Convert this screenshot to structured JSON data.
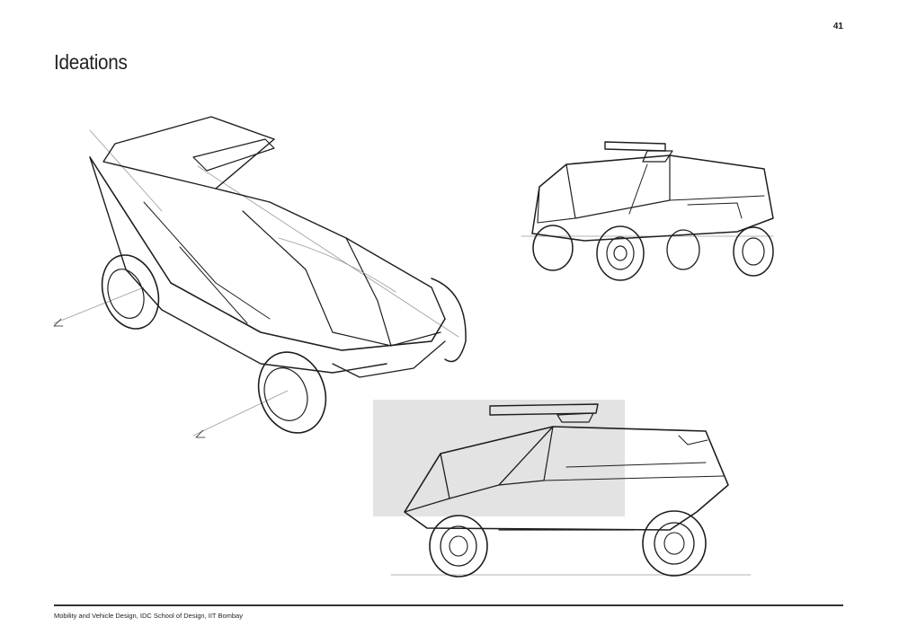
{
  "page": {
    "number": "41",
    "title": "Ideations",
    "footer": "Mobility and Vehicle Design, IDC School of Design, IIT Bombay"
  },
  "colors": {
    "background": "#ffffff",
    "ink": "#1e1e1e",
    "rule": "#333333",
    "panel": "#e3e3e3"
  }
}
